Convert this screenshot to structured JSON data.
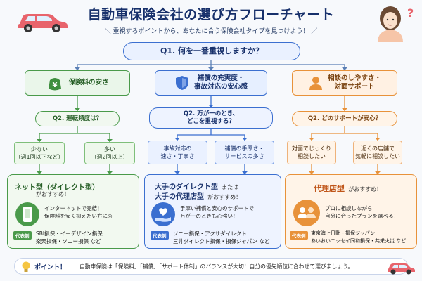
{
  "header": {
    "title": "自動車保険会社の選び方フローチャート",
    "subtitle": "＼ 重視するポイントから、あなたに合う保険会社タイプを見つけよう！ ／"
  },
  "q1": "Q1. 何を一番重視しますか？",
  "categories": {
    "green": {
      "icon": "yen-icon",
      "label": "保険料の安さ",
      "color": "#4a9a4a"
    },
    "blue": {
      "icon": "shield-icon",
      "line1": "補償の充実度・",
      "line2": "事故対応の安心感",
      "color": "#3b6fd0"
    },
    "orange": {
      "icon": "person-icon",
      "line1": "相談のしやすさ・",
      "line2": "対面サポート",
      "color": "#e8923a"
    }
  },
  "q2": {
    "green": "Q2. 運転頻度は？",
    "blue_line1": "Q2. 万が一のとき、",
    "blue_line2": "どこを重視する？",
    "orange": "Q2. どのサポートが安心？"
  },
  "options": {
    "green": [
      {
        "line1": "少ない",
        "line2": "（週1回以下など）"
      },
      {
        "line1": "多い",
        "line2": "（週2回以上）"
      }
    ],
    "blue": [
      {
        "line1": "事故対応の",
        "line2": "速さ・丁寧さ"
      },
      {
        "line1": "補償の手厚さ・",
        "line2": "サービスの多さ"
      }
    ],
    "orange": [
      {
        "line1": "対面でじっくり",
        "line2": "相談したい"
      },
      {
        "line1": "近くの店舗で",
        "line2": "気軽に相談したい"
      }
    ]
  },
  "results": {
    "green": {
      "title": "ネット型（ダイレクト型）",
      "suffix": "がおすすめ！",
      "icon": "smartphone-icon",
      "desc_line1": "インターネットで完結！",
      "desc_line2": "保険料を安く抑えたい方に◎",
      "tag": "代表例",
      "ex_line1": "SBI損保・イーデザイン損保",
      "ex_line2": "楽天損保・ソニー損保 など"
    },
    "blue": {
      "title_a": "大手のダイレクト型",
      "title_join": "または",
      "title_b": "大手の代理店型",
      "suffix": "がおすすめ！",
      "icon": "heart-hand-icon",
      "desc_line1": "手厚い補償と安心のサポートで",
      "desc_line2": "万が一のときも心強い！",
      "tag": "代表例",
      "ex_line1": "ソニー損保・アクサダイレクト",
      "ex_line2": "三井ダイレクト損保・損保ジャパン など"
    },
    "orange": {
      "title": "代理店型",
      "suffix": "がおすすめ！",
      "icon": "people-icon",
      "desc_line1": "プロに相談しながら",
      "desc_line2": "自分に合ったプランを選べる！",
      "tag": "代表例",
      "ex_line1": "東京海上日動・損保ジャパン",
      "ex_line2": "あいおいニッセイ同和損保・共栄火災 など"
    }
  },
  "point": {
    "label": "ポイント！",
    "text": "自動車保険は「保険料」「補償」「サポート体制」のバランスが大切！自分の優先順位に合わせて選びましょう。"
  }
}
